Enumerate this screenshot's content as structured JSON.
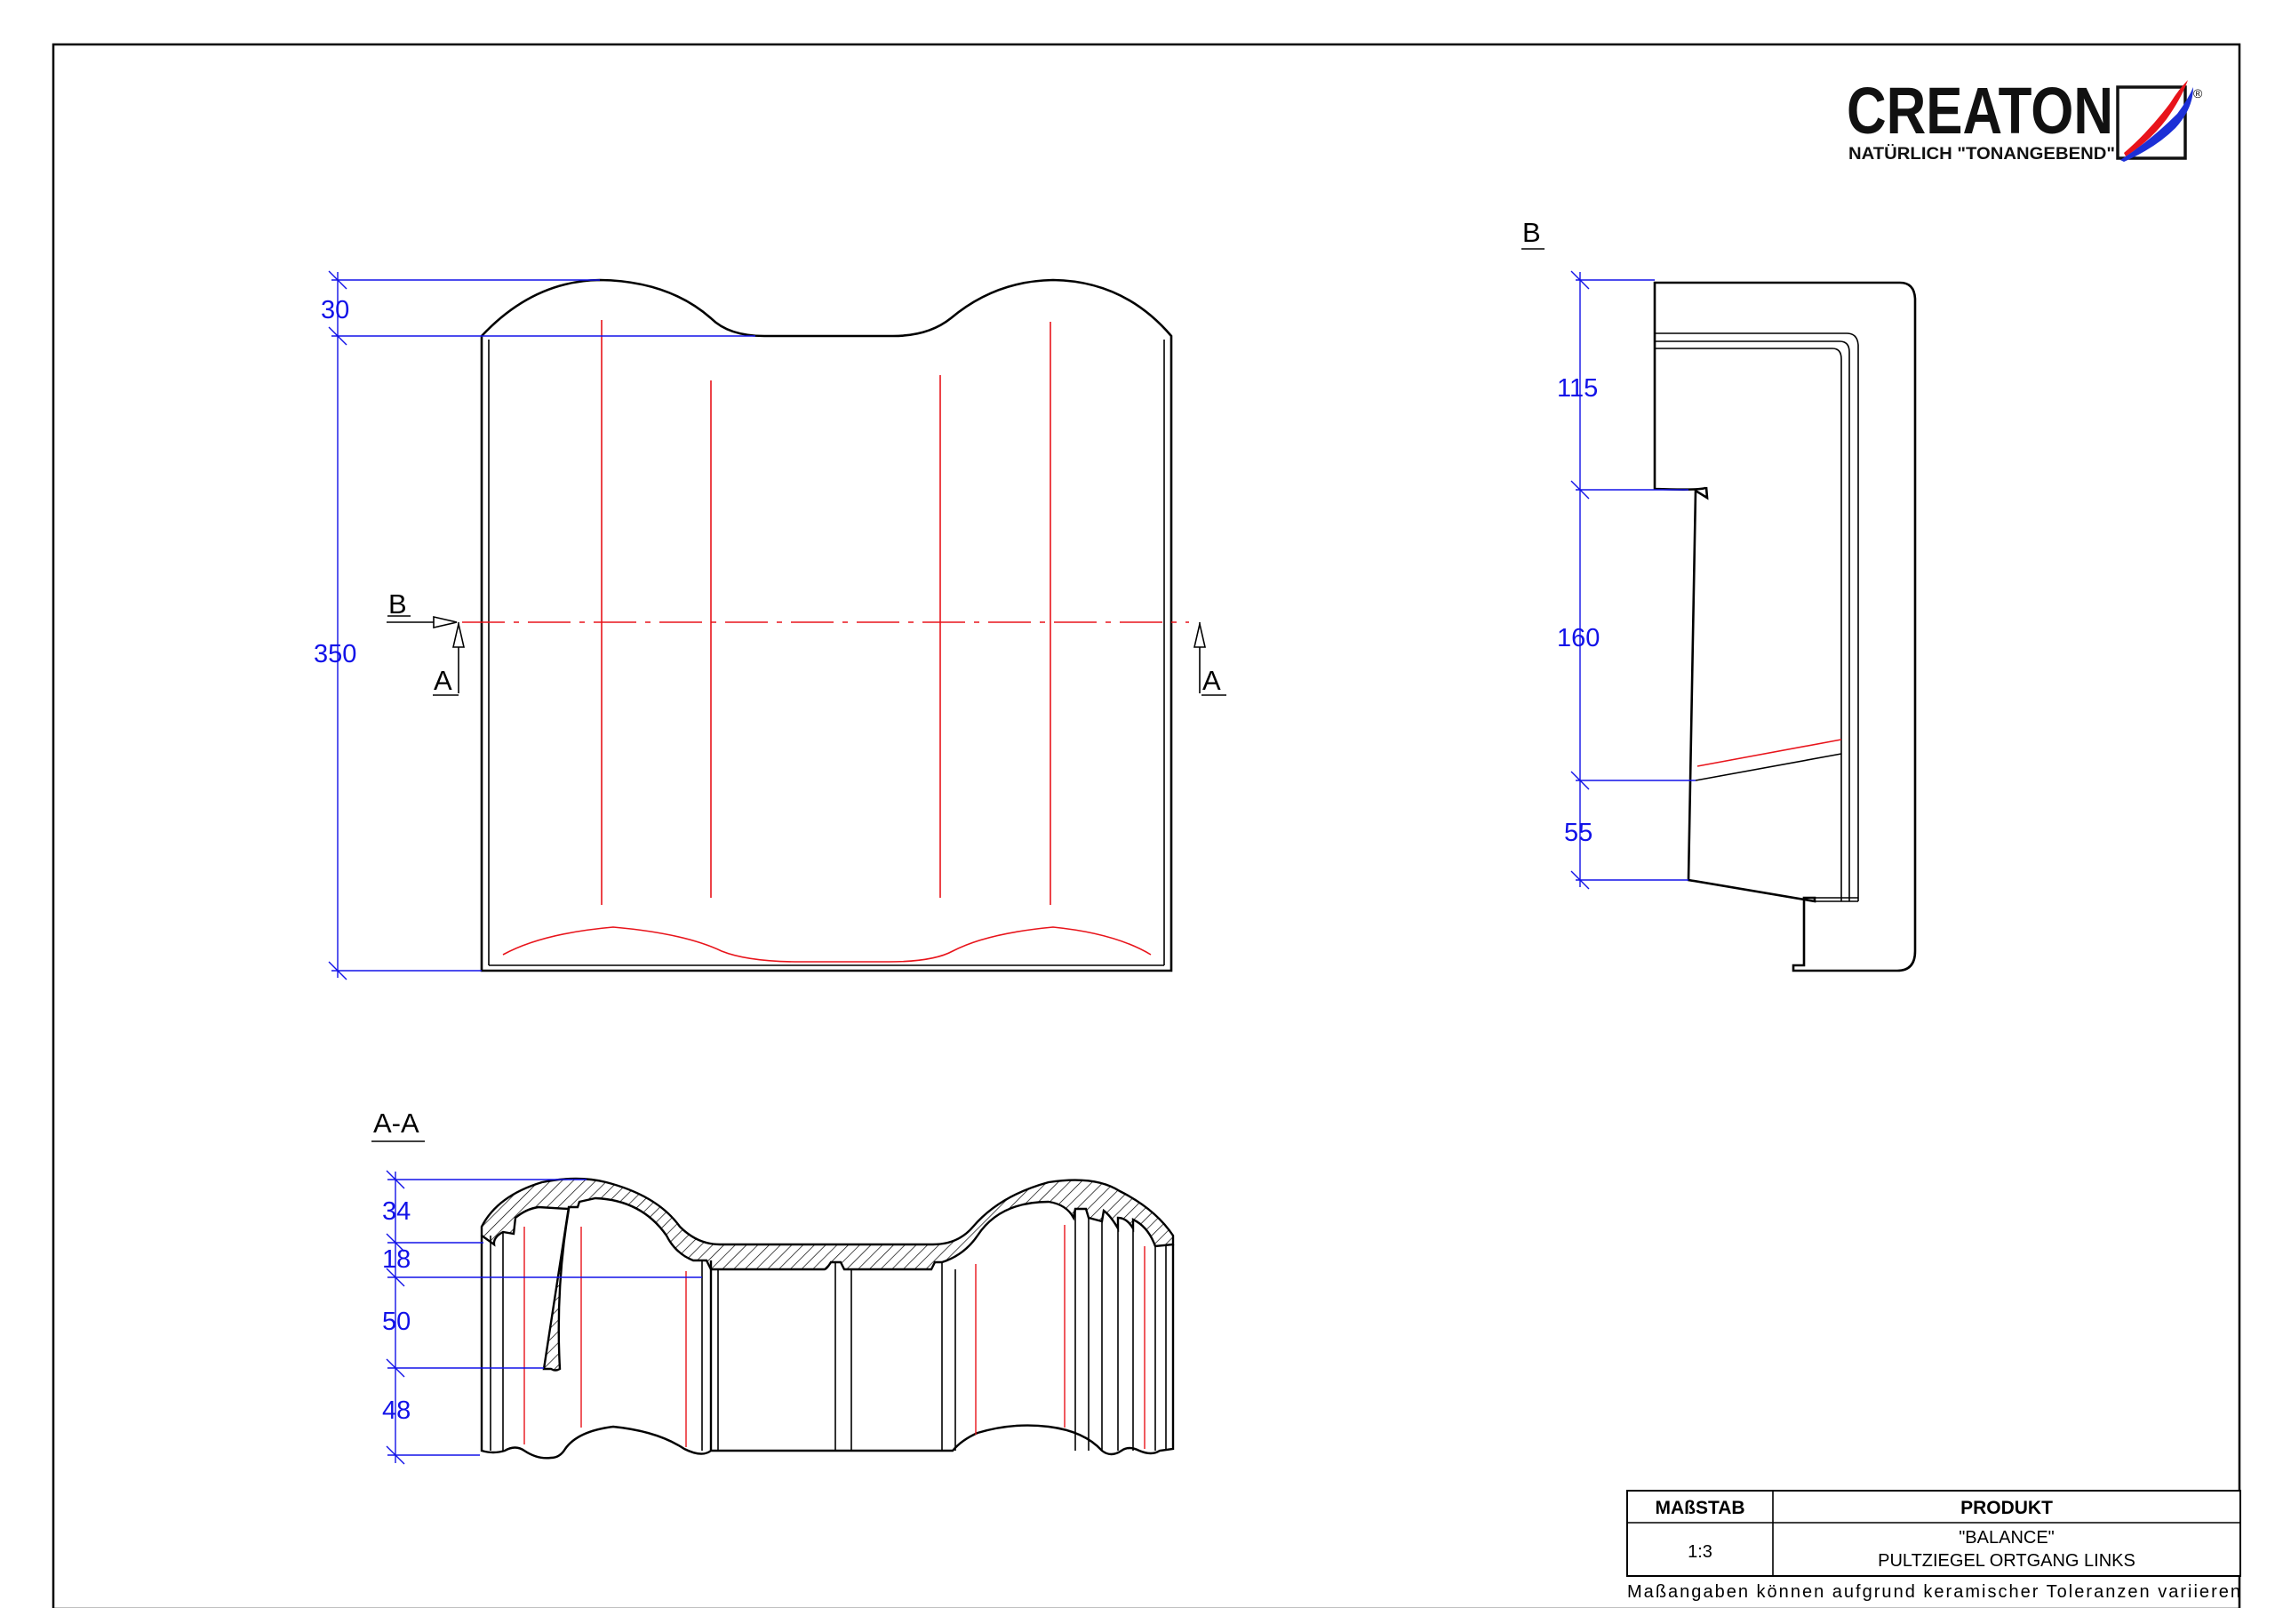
{
  "brand": {
    "name": "CREATON",
    "slogan": "NATÜRLICH \"TONANGEBEND\"",
    "registered": "®",
    "colors": {
      "red": "#e8141b",
      "blue": "#1c2fd6"
    }
  },
  "views": {
    "top": {
      "dims": [
        "30",
        "350"
      ],
      "section_b": "B",
      "section_a": "A"
    },
    "side": {
      "title": "B",
      "dims": [
        "115",
        "160",
        "55"
      ]
    },
    "section": {
      "title": "A-A",
      "dims": [
        "34",
        "18",
        "50",
        "48"
      ]
    }
  },
  "title_block": {
    "scale_header": "MAßSTAB",
    "product_header": "PRODUKT",
    "scale_value": "1:3",
    "product_line1": "\"BALANCE\"",
    "product_line2": "PULTZIEGEL ORTGANG LINKS",
    "note": "Maßangaben können aufgrund keramischer Toleranzen variieren"
  },
  "colors": {
    "dimension": "#1212e8",
    "centerline": "#e8141b",
    "outline": "#000000"
  }
}
